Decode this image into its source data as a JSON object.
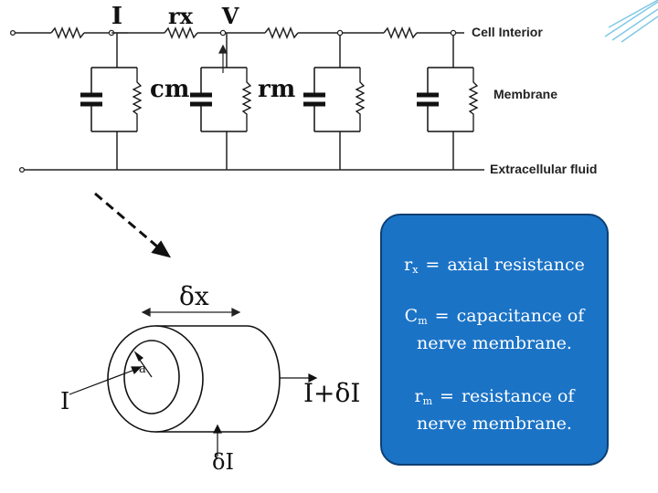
{
  "circuit": {
    "label_current": "I",
    "label_rx": "rx",
    "label_voltage": "V",
    "label_cm": "cm",
    "label_rm": "rm",
    "side_cell_interior": "Cell Interior",
    "side_membrane": "Membrane",
    "side_extracellular": "Extracellular fluid"
  },
  "cylinder": {
    "label_dx": "δx",
    "label_radius": "a",
    "label_current_in": "I",
    "label_current_out": "I+δI",
    "label_delta_current": "δI"
  },
  "legend": {
    "rx_symbol": "r",
    "rx_sub": "x",
    "rx_eq": "=",
    "rx_text": "axial resistance",
    "cm_symbol": "C",
    "cm_sub": "m",
    "cm_eq": "=",
    "cm_line1": "capacitance of",
    "cm_line2": "nerve membrane.",
    "rm_symbol": "r",
    "rm_sub": "m",
    "rm_eq": "=",
    "rm_line1": "resistance of",
    "rm_line2": "nerve membrane."
  },
  "colors": {
    "legend_bg": "#1b73c6",
    "legend_border": "#0d3f73",
    "deco_lines": "#7fc8e6"
  }
}
